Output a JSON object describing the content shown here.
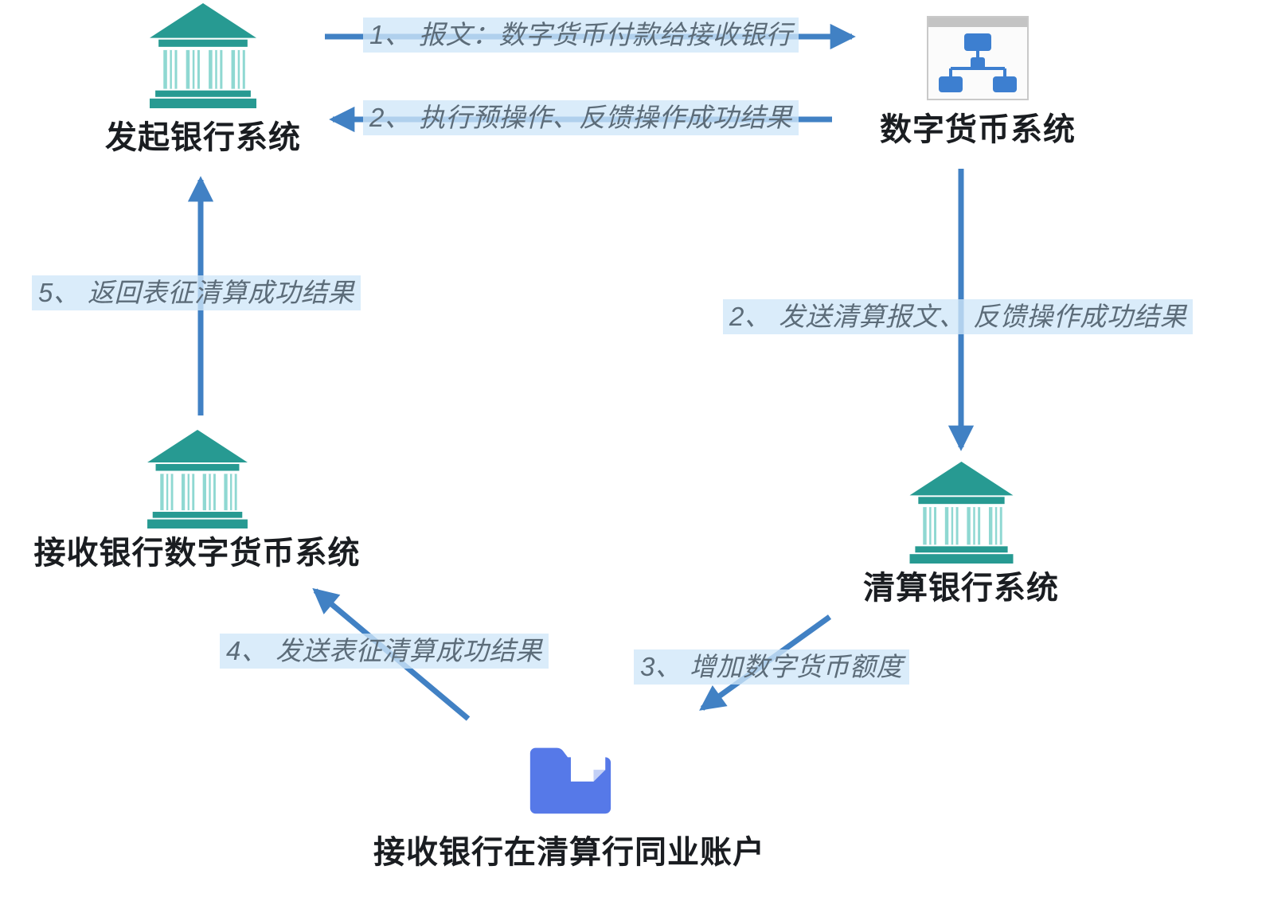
{
  "diagram": {
    "kind": "flow-diagram",
    "language": "zh-CN"
  },
  "colors": {
    "arrow_blue": "#4181c4",
    "bank_teal": "#279a92",
    "bank_teal_light": "#8fd8d2",
    "folder_blue": "#5679e8",
    "orgchart_blue": "#3d7fd0",
    "node_label_text": "#1a1d21",
    "edge_label_text": "#5c6c79",
    "edge_label_highlight": "#d0e7f8",
    "background": "#ffffff"
  },
  "nodes": {
    "initiating_bank": {
      "label": "发起银行系统",
      "icon": "bank-icon"
    },
    "digital_currency_system": {
      "label": "数字货币系统",
      "icon": "org-chart-icon"
    },
    "clearing_bank": {
      "label": "清算银行系统",
      "icon": "bank-icon"
    },
    "receiving_bank_dc_system": {
      "label": "接收银行数字货币系统",
      "icon": "bank-icon"
    },
    "interbank_account": {
      "label": "接收银行在清算行同业账户",
      "icon": "folder-icon"
    }
  },
  "edges": [
    {
      "id": "step1",
      "label": "1、 报文：数字货币付款给接收银行",
      "from": "initiating_bank",
      "to": "digital_currency_system",
      "direction": "right"
    },
    {
      "id": "step2-feedback",
      "label": "2、 执行预操作、反馈操作成功结果",
      "from": "digital_currency_system",
      "to": "initiating_bank",
      "direction": "left"
    },
    {
      "id": "step2-clearing",
      "label": "2、 发送清算报文、 反馈操作成功结果",
      "from": "digital_currency_system",
      "to": "clearing_bank",
      "direction": "down"
    },
    {
      "id": "step3",
      "label": "3、 增加数字货币额度",
      "from": "clearing_bank",
      "to": "interbank_account",
      "direction": "down-left"
    },
    {
      "id": "step4",
      "label": "4、 发送表征清算成功结果",
      "from": "interbank_account",
      "to": "receiving_bank_dc_system",
      "direction": "up-left"
    },
    {
      "id": "step5",
      "label": "5、 返回表征清算成功结果",
      "from": "receiving_bank_dc_system",
      "to": "initiating_bank",
      "direction": "up"
    }
  ]
}
